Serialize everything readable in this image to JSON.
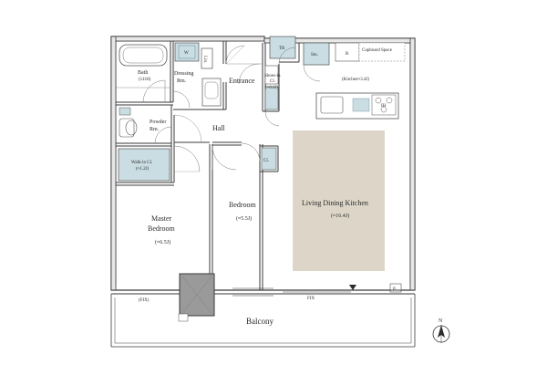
{
  "rooms": {
    "bath": {
      "name": "Bath",
      "size": "(1418)"
    },
    "dressing": {
      "line1": "Dressing",
      "line2": "Rm."
    },
    "washer_mark": "W",
    "linen_mark": "Lin.",
    "entrance": "Entrance",
    "shoes_in": {
      "line1": "Shoes-in",
      "line2": "Cl.",
      "line3": "(≈0.6J)"
    },
    "tr_mark": "TR",
    "sto_mark": "Sto.",
    "r_mark": "R",
    "cupboard": "Cupboard Space",
    "kitchen": "(Kitchen≈3.4J)",
    "ih_mark": "IH",
    "powder": {
      "line1": "Powder",
      "line2": "Rm."
    },
    "hall": "Hall",
    "walkin": {
      "line1": "Walk-in Cl.",
      "line2": "(≈1.2J)"
    },
    "closet_mark": "Cl.",
    "bedroom": {
      "name": "Bedroom",
      "size": "(≈5.5J)"
    },
    "ldk": {
      "name": "Living Dining Kitchen",
      "size": "(≈16.4J)"
    },
    "master": {
      "line1": "Master",
      "line2": "Bedroom",
      "size": "(≈6.5J)"
    },
    "pipe_mark": "P",
    "balcony": "Balcony",
    "fix_left": "(FIX)",
    "fix_right": "FIX"
  },
  "compass": {
    "label": "N"
  },
  "colors": {
    "wall": "#3a3a3a",
    "thin_line": "#555555",
    "fixture_fill": "#c9dde3",
    "ldk_fill": "#ddd6c8",
    "column_fill": "#9a9a9a",
    "floor_fill": "#ffffff",
    "cad_wall": "#f4f4f4"
  }
}
